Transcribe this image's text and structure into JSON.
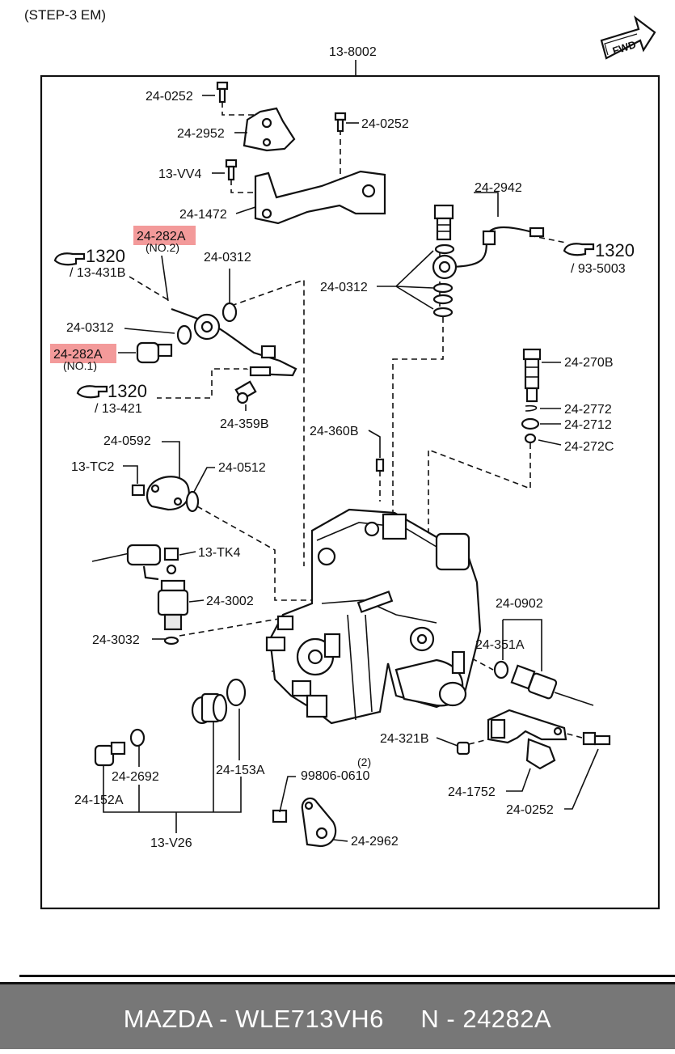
{
  "header": {
    "step_label": "(STEP-3 EM)",
    "fwd_label": "FWD"
  },
  "assembly_label": "13-8002",
  "parts": {
    "p1": "24-0252",
    "p2": "24-2952",
    "p3": "24-0252",
    "p4": "13-VV4",
    "p5": "24-1472",
    "p6": "24-2942",
    "p7": "24-282A",
    "p7n": "(NO.2)",
    "p8": "24-0312",
    "p9": "24-0312",
    "p10": "24-0312",
    "p11": "24-282A",
    "p11n": "(NO.1)",
    "p12": "24-270B",
    "p13": "24-2772",
    "p14": "24-2712",
    "p15": "24-272C",
    "p16": "24-359B",
    "p17": "24-360B",
    "p18": "24-0592",
    "p19": "13-TC2",
    "p20": "24-0512",
    "p21": "13-TK4",
    "p22": "24-3002",
    "p23": "24-3032",
    "p24": "24-0902",
    "p25": "24-351A",
    "p26": "24-321B",
    "p27": "24-1752",
    "p28": "24-0252",
    "p29": "24-2692",
    "p30": "24-153A",
    "p31": "24-152A",
    "p32": "13-V26",
    "p33": "99806-0610",
    "p33q": "(2)",
    "p34": "24-2962"
  },
  "references": {
    "r1_num": "1320",
    "r1_sub": "/ 13-431B",
    "r2_num": "1320",
    "r2_sub": "/ 93-5003",
    "r3_num": "1320",
    "r3_sub": "/ 13-421"
  },
  "highlight_color": "#f39a9a",
  "footer": {
    "text": "MAZDA - WLE713VH6     N - 24282A"
  }
}
